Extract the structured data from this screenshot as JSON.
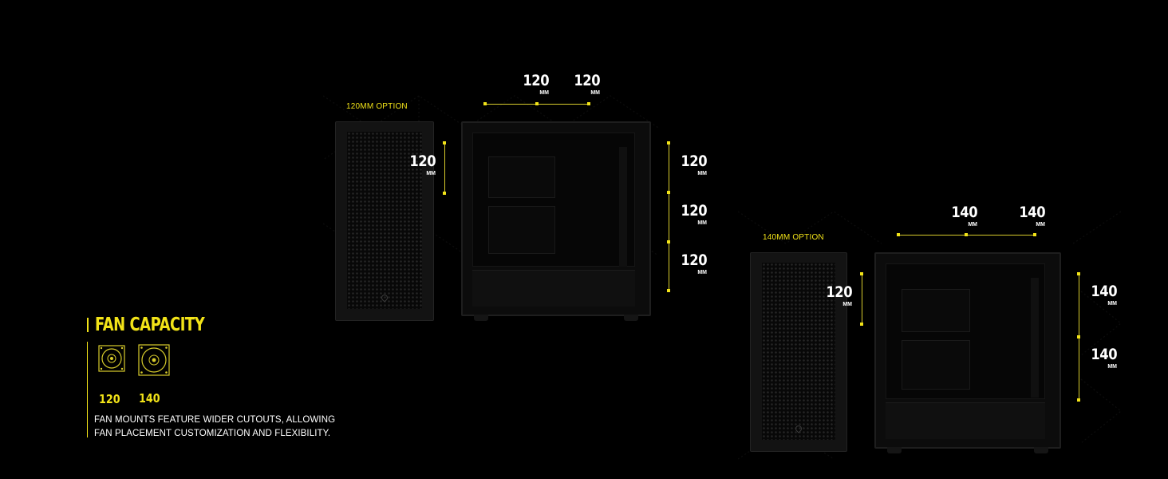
{
  "options": [
    {
      "label": "120MM OPTION"
    },
    {
      "label": "140MM OPTION"
    }
  ],
  "option_120": {
    "top": [
      {
        "value": "120",
        "unit": "MM"
      },
      {
        "value": "120",
        "unit": "MM"
      }
    ],
    "rear": {
      "value": "120",
      "unit": "MM"
    },
    "front": [
      {
        "value": "120",
        "unit": "MM"
      },
      {
        "value": "120",
        "unit": "MM"
      },
      {
        "value": "120",
        "unit": "MM"
      }
    ]
  },
  "option_140": {
    "top": [
      {
        "value": "140",
        "unit": "MM"
      },
      {
        "value": "140",
        "unit": "MM"
      }
    ],
    "rear": {
      "value": "120",
      "unit": "MM"
    },
    "front": [
      {
        "value": "140",
        "unit": "MM"
      },
      {
        "value": "140",
        "unit": "MM"
      }
    ]
  },
  "fan_capacity": {
    "title": "FAN CAPACITY",
    "sizes": [
      "120",
      "140"
    ],
    "icons": [
      "fan-120-icon",
      "fan-140-icon"
    ],
    "description_line1": "FAN MOUNTS FEATURE WIDER CUTOUTS, ALLOWING",
    "description_line2": "FAN PLACEMENT CUSTOMIZATION AND FLEXIBILITY."
  },
  "colors": {
    "accent": "#f2e318",
    "background": "#000000"
  }
}
